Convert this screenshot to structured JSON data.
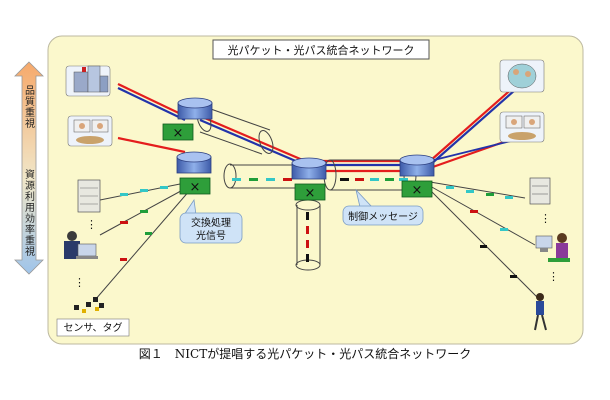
{
  "title": "光パケット・光パス統合ネットワーク",
  "left_axis": {
    "top_chars": [
      "品",
      "質",
      "重",
      "視"
    ],
    "bottom_chars": [
      "資",
      "源",
      "利",
      "用",
      "効",
      "率",
      "重",
      "視"
    ]
  },
  "callouts": {
    "switching_1": "交換処理",
    "switching_2": "光信号",
    "control": "制御メッセージ"
  },
  "sensor_label": "センサ、タグ",
  "ellipsis": "⋮",
  "switch_mark": "×",
  "caption": "図１　NICTが提唱する光パケット・光パス統合ネットワーク",
  "colors": {
    "background_panel": "#fbf8cc",
    "path_red": "#e41d1d",
    "path_blue": "#2233aa",
    "packet_cyan": "#33c7c7",
    "packet_green": "#1f9e3a",
    "packet_red": "#cc1111",
    "switch_green": "#2e9e3a",
    "router_blue": "#5a79c4",
    "callout_fill": "#cfe3f7"
  },
  "icons": [
    "building-icon",
    "videoconference-icon",
    "server-icon",
    "laptop-user-icon",
    "sensor-tag-icon",
    "pc-user-icon",
    "walking-user-icon"
  ]
}
